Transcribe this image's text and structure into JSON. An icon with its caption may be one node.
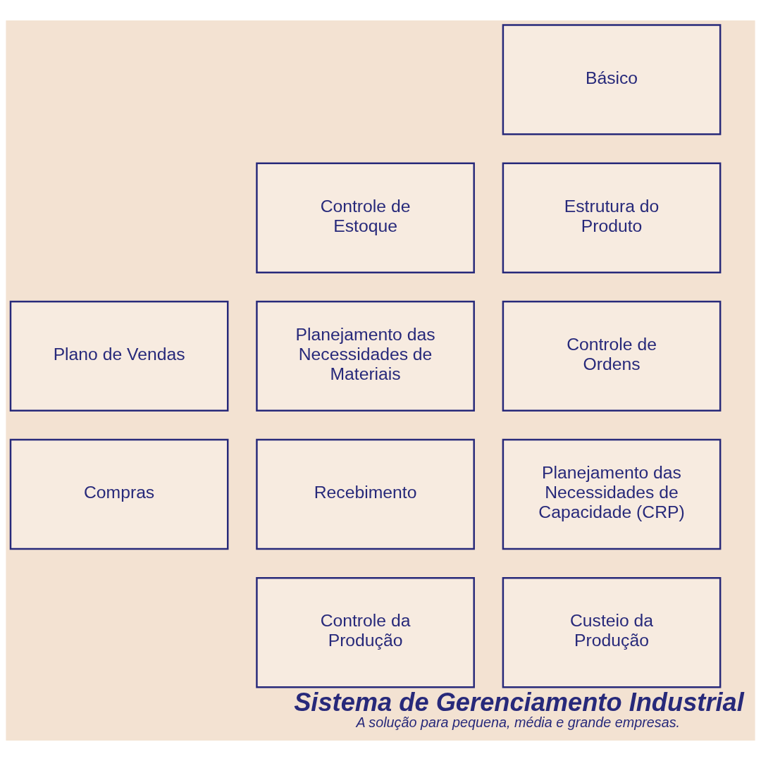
{
  "diagram": {
    "title": "Sistema de Gerenciamento Industrial",
    "caption": "A solução para pequena, média e grande empresas.",
    "nodes": [
      {
        "text": [
          "Básico"
        ]
      },
      {
        "text": [
          "Controle de Estoque"
        ]
      },
      {
        "text": [
          "Estrutura do Produto"
        ]
      },
      {
        "text": [
          "Plano de Vendas"
        ]
      },
      {
        "text": [
          "Planejamento das Necessidades de Materiais"
        ]
      },
      {
        "text": [
          "Controle de Ordens"
        ]
      },
      {
        "text": [
          "Compras"
        ]
      },
      {
        "text": [
          "Recebimento"
        ]
      },
      {
        "text": [
          "Planejamento das Necessidades de Capacidade (CRP)"
        ]
      },
      {
        "text": [
          "Controle da Produção"
        ]
      },
      {
        "text": [
          "Custeio da Produção"
        ]
      }
    ],
    "edges": []
  }
}
